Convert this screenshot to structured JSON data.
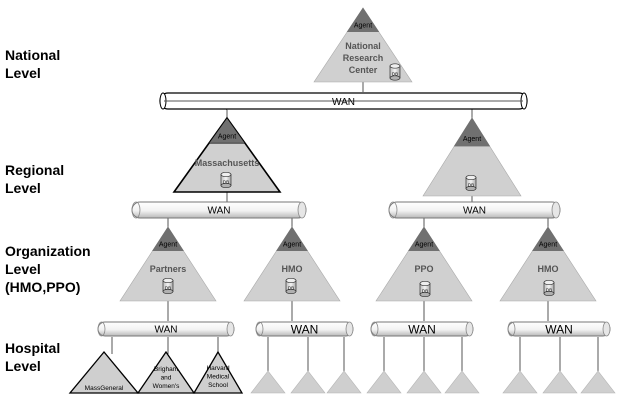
{
  "levels": {
    "national": "National\nLevel",
    "regional": "Regional\nLevel",
    "organization": "Organization\nLevel\n(HMO,PPO)",
    "hospital": "Hospital\nLevel"
  },
  "agent_label": "Agent",
  "db_label": "DB",
  "wan_label": "WAN",
  "nodes": {
    "national": "National\nResearch\nCenter",
    "regional_left": "Massachusetts",
    "partners": "Partners",
    "hmo_left": "HMO",
    "ppo": "PPO",
    "hmo_right": "HMO",
    "massgeneral": "MassGeneral",
    "brigham": "Brigham\nand\nWomen's",
    "harvard": "Harvard\nMedical\nSchool"
  }
}
